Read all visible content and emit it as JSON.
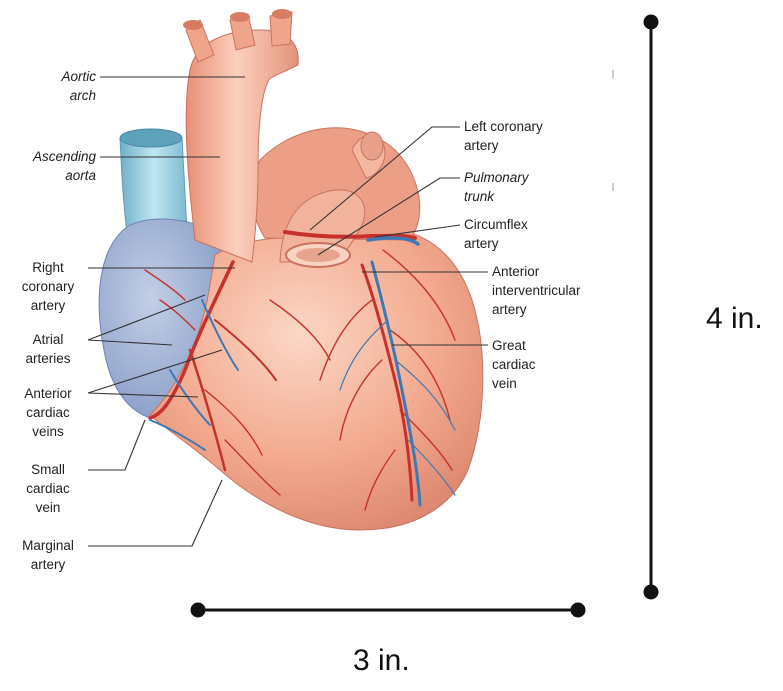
{
  "labels_left": {
    "aortic_arch": "Aortic\narch",
    "ascending_aorta": "Ascending\naorta",
    "right_coronary_artery": "Right\ncoronary\nartery",
    "atrial_arteries": "Atrial\narteries",
    "anterior_cardiac_veins": "Anterior\ncardiac\nveins",
    "small_cardiac_vein": "Small\ncardiac\nvein",
    "marginal_artery": "Marginal\nartery"
  },
  "labels_right": {
    "left_coronary_artery": "Left coronary\nartery",
    "pulmonary_trunk": "Pulmonary\ntrunk",
    "circumflex_artery": "Circumflex\nartery",
    "anterior_interventricular_artery": "Anterior\ninterventricular\nartery",
    "great_cardiac_vein": "Great\ncardiac\nvein"
  },
  "dimensions": {
    "height_label": "4 in.",
    "width_label": "3 in."
  },
  "colors": {
    "heart": "#f2a98e",
    "heart_dark": "#d9826a",
    "atrium": "#9fb3d6",
    "vena_cava": "#8ec8dc",
    "artery": "#c8312b",
    "vein": "#3f78b5",
    "leader": "#333333"
  }
}
